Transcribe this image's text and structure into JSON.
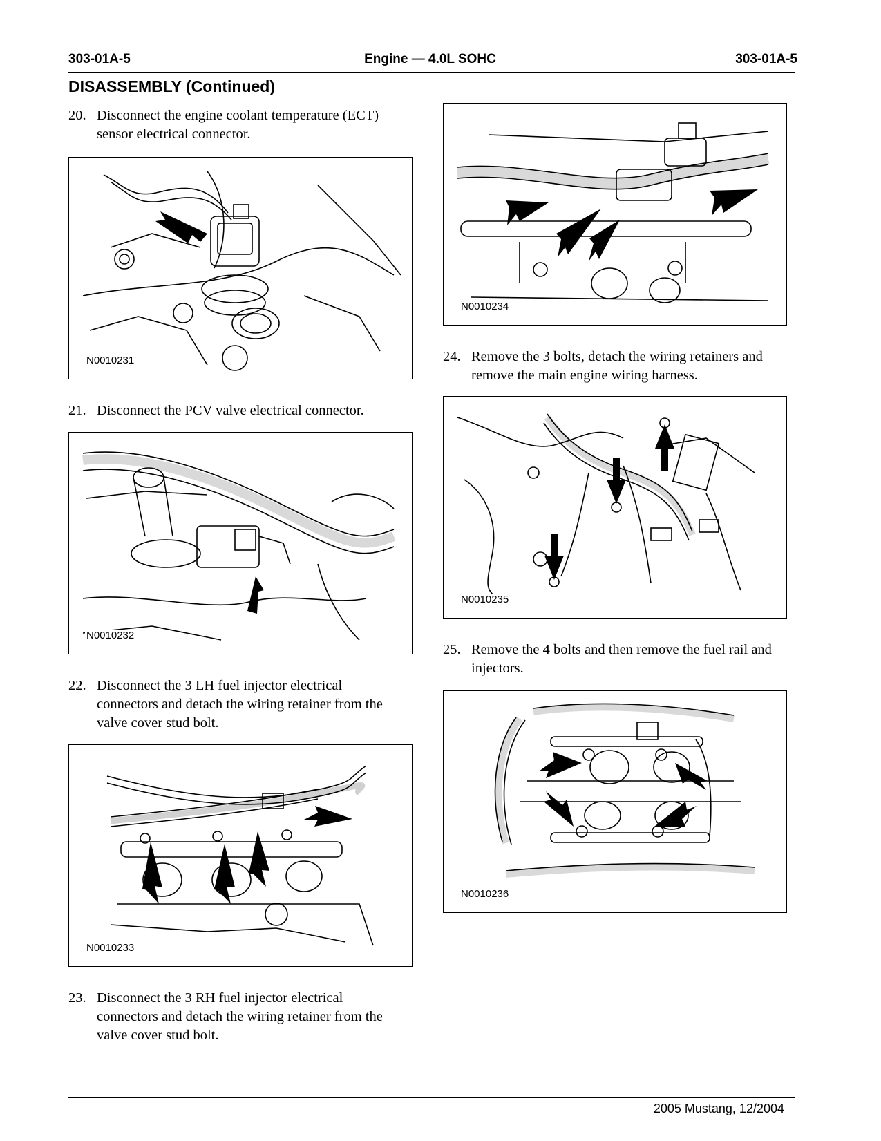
{
  "header": {
    "left": "303-01A-5",
    "center": "Engine — 4.0L SOHC",
    "right": "303-01A-5"
  },
  "section_title": "DISASSEMBLY (Continued)",
  "steps": [
    {
      "num": "20.",
      "text": "Disconnect the engine coolant temperature (ECT) sensor electrical connector."
    },
    {
      "num": "21.",
      "text": "Disconnect the PCV valve electrical connector."
    },
    {
      "num": "22.",
      "text": "Disconnect the 3 LH fuel injector electrical connectors and detach the wiring retainer from the valve cover stud bolt."
    },
    {
      "num": "23.",
      "text": "Disconnect the 3 RH fuel injector electrical connectors and detach the wiring retainer from the valve cover stud bolt."
    },
    {
      "num": "24.",
      "text": "Remove the 3 bolts, detach the wiring retainers and remove the main engine wiring harness."
    },
    {
      "num": "25.",
      "text": "Remove the 4 bolts and then remove the fuel rail and injectors."
    }
  ],
  "figures": [
    {
      "caption": "N0010231"
    },
    {
      "caption": "N0010232"
    },
    {
      "caption": "N0010233"
    },
    {
      "caption": "N0010234"
    },
    {
      "caption": "N0010235"
    },
    {
      "caption": "N0010236"
    }
  ],
  "footer": "2005 Mustang, 12/2004"
}
